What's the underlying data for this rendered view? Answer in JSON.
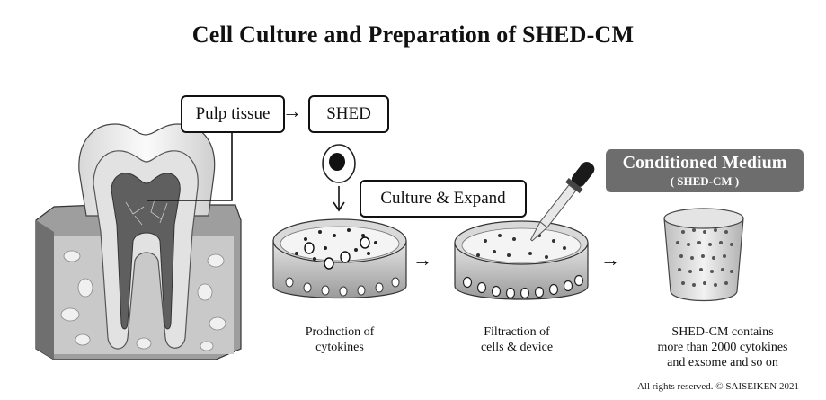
{
  "title": "Cell Culture and Preparation of SHED-CM",
  "labels": {
    "pulp_tissue": "Pulp tissue",
    "shed": "SHED",
    "culture_expand": "Culture & Expand",
    "cm_title": "Conditioned Medium",
    "cm_subtitle": "( SHED-CM )"
  },
  "steps": [
    {
      "lines": [
        "Prodnction of",
        "cytokines"
      ]
    },
    {
      "lines": [
        "Filtraction of",
        "cells & device"
      ]
    },
    {
      "lines": [
        "SHED-CM contains",
        "more than 2000 cytokines",
        "and exsome and so on"
      ]
    }
  ],
  "copyright": "All rights reserved. © SAISEIKEN  2021",
  "arrows": [
    "→",
    "→",
    "→",
    "→"
  ],
  "colors": {
    "banner": "#6d6d6d",
    "ink": "#111111"
  },
  "icons": [
    "tooth-cross-section-image",
    "cell-icon",
    "culture-dish-image",
    "filtration-dish-image",
    "pipette-icon",
    "cup-image"
  ]
}
